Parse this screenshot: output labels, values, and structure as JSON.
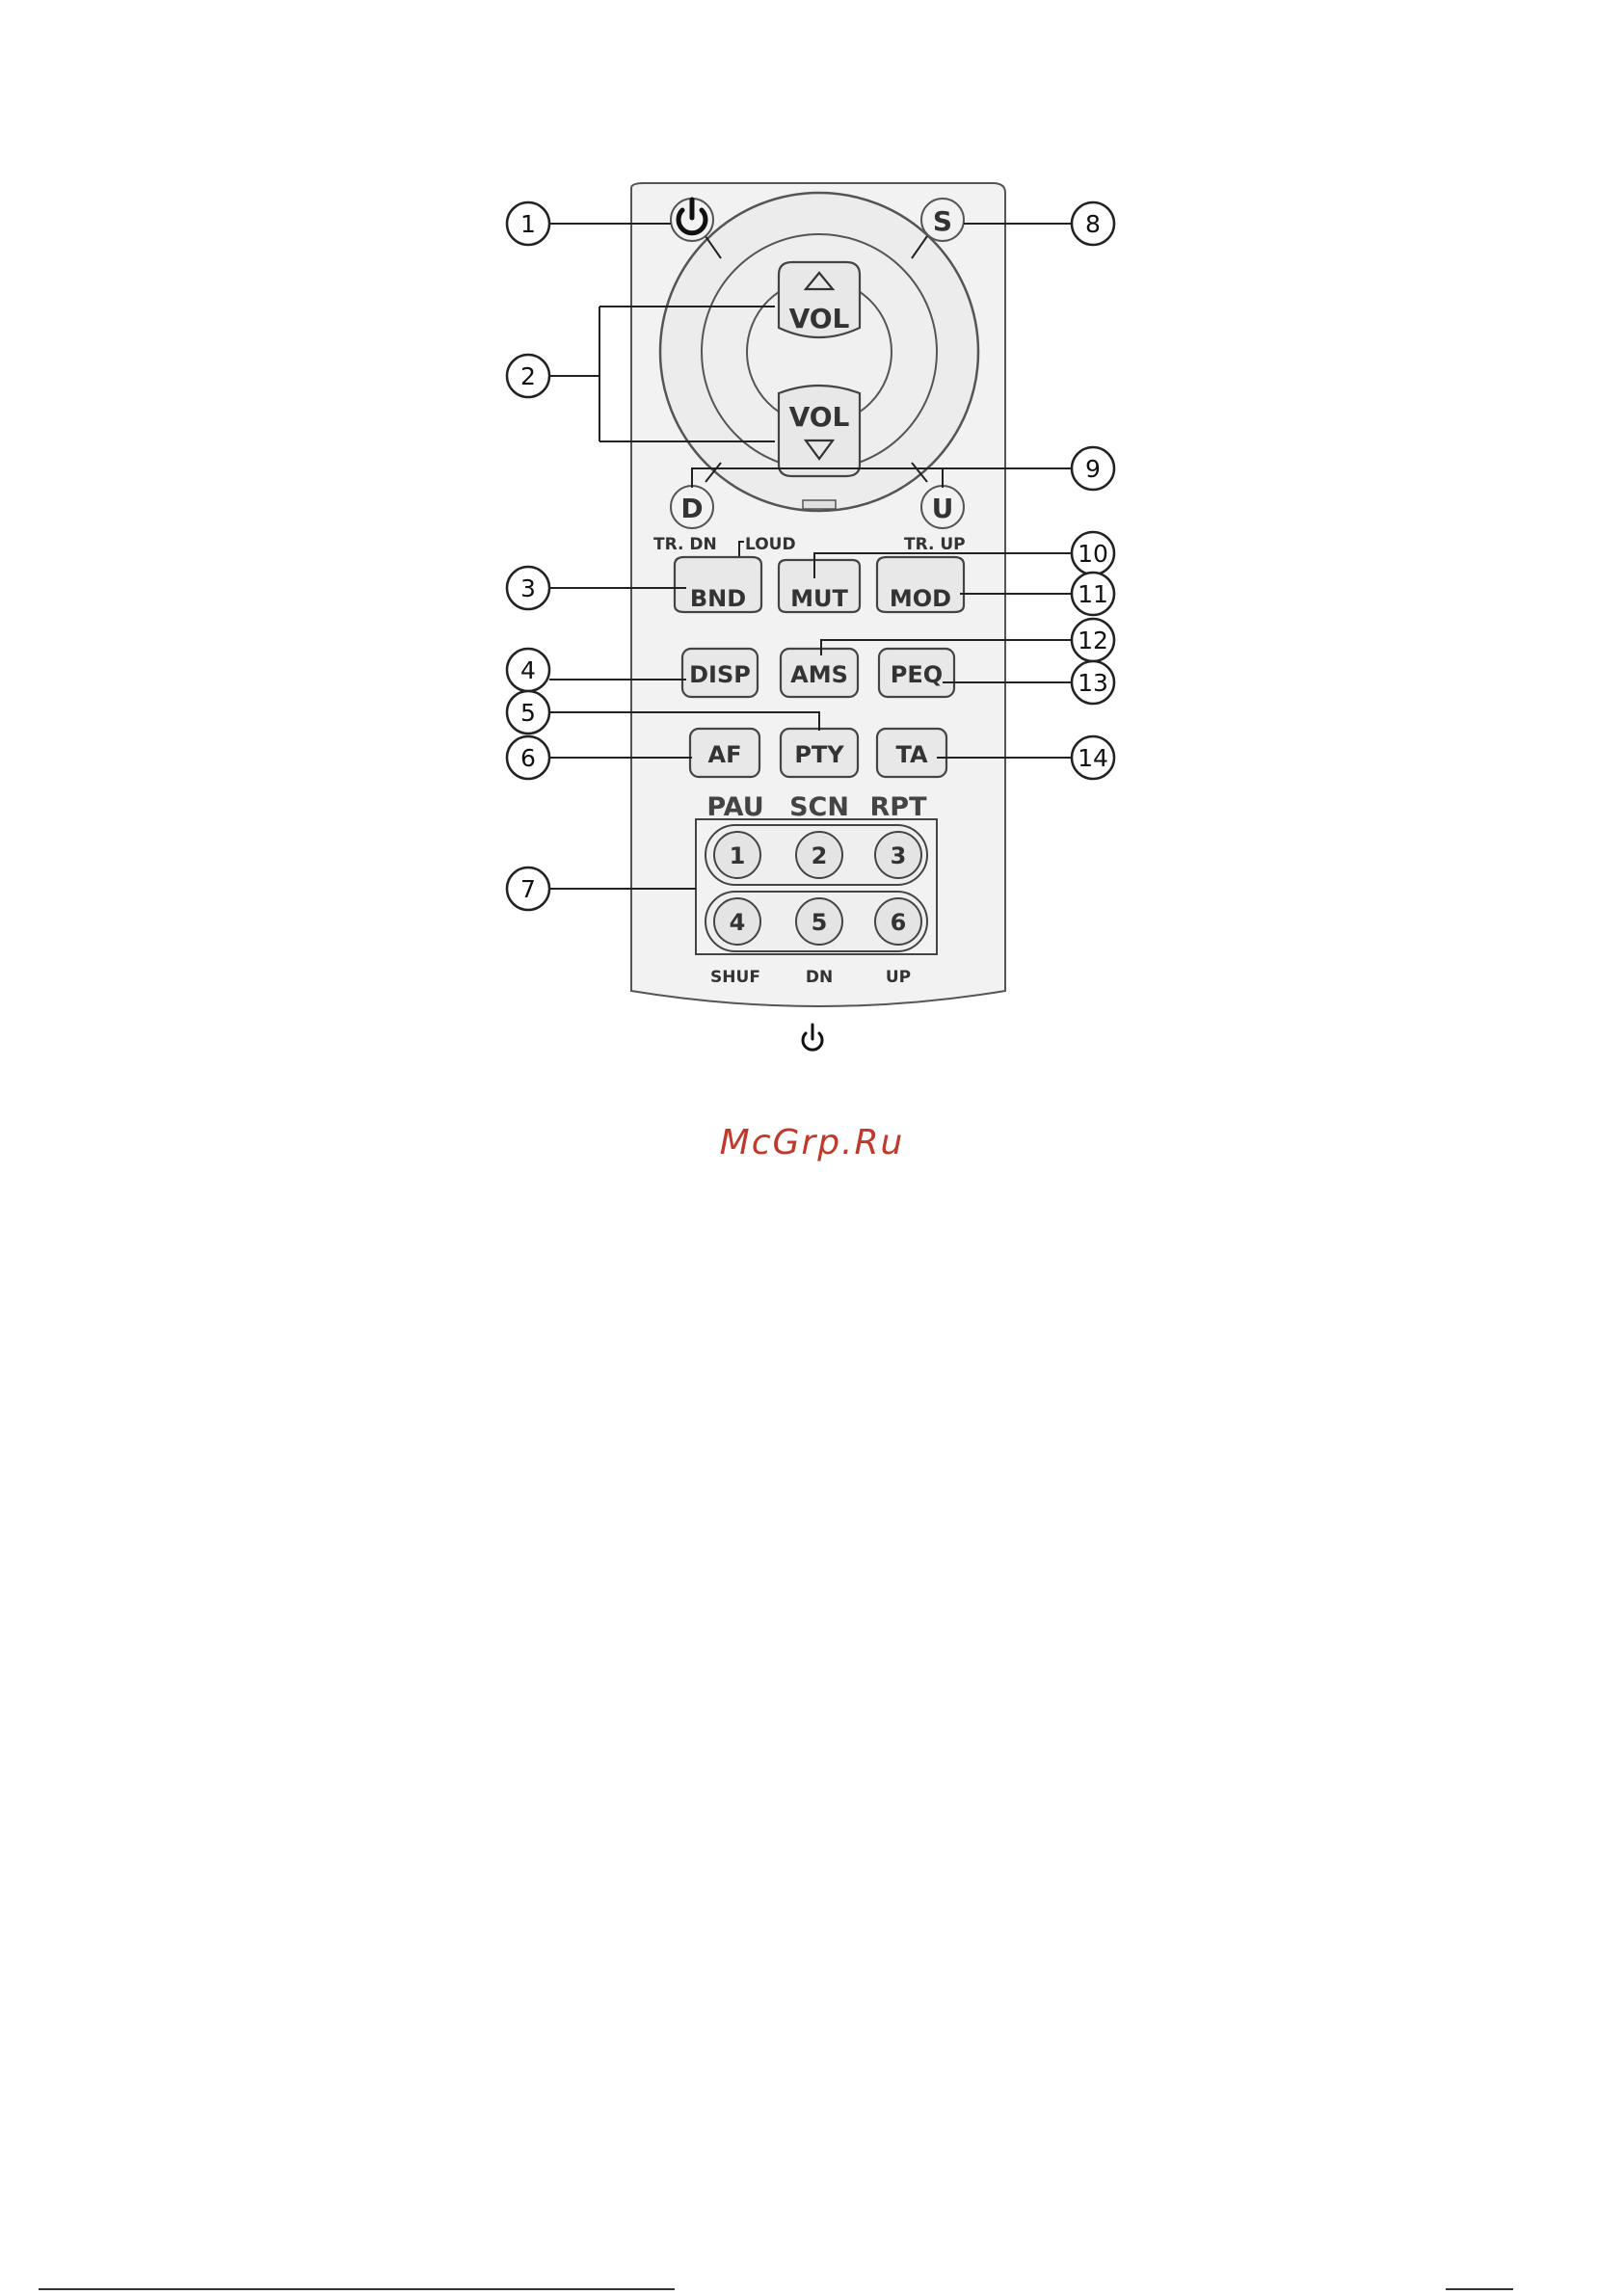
{
  "remote": {
    "buttons": {
      "vol_up": "VOL",
      "vol_down": "VOL",
      "source": "S",
      "down": "D",
      "up": "U",
      "band": "BND",
      "mute": "MUT",
      "mode": "MOD",
      "display": "DISP",
      "ams": "AMS",
      "peq": "PEQ",
      "af": "AF",
      "pty": "PTY",
      "ta": "TA"
    },
    "sublabels": {
      "tr_dn": "TR. DN",
      "loud": "LOUD",
      "tr_up": "TR. UP"
    },
    "presets": {
      "top_labels": [
        "PAU",
        "SCN",
        "RPT"
      ],
      "top_keys": [
        "1",
        "2",
        "3"
      ],
      "bottom_keys": [
        "4",
        "5",
        "6"
      ],
      "bottom_labels": [
        "SHUF",
        "DN",
        "UP"
      ]
    }
  },
  "callouts": [
    "1",
    "2",
    "3",
    "4",
    "5",
    "6",
    "7",
    "8",
    "9",
    "10",
    "11",
    "12",
    "13",
    "14"
  ],
  "watermark": {
    "text": "McGrp.Ru",
    "color": "#c0392b"
  },
  "colors": {
    "body": "#f2f2f2",
    "outline": "#444444",
    "key_fill": "#e8e8e8"
  }
}
